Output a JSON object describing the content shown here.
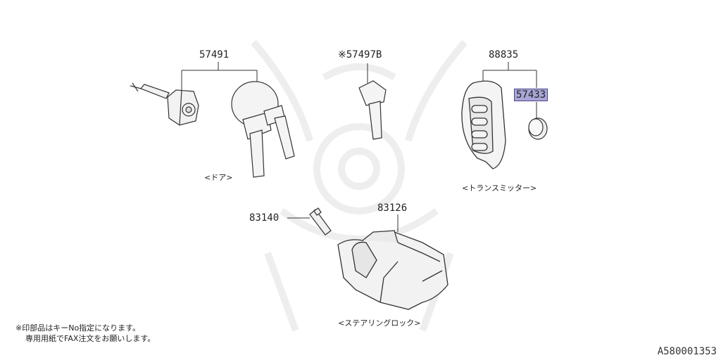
{
  "parts": {
    "p57491": "57491",
    "p57497b": "※57497B",
    "p88835": "88835",
    "p57433": "57433",
    "p83140": "83140",
    "p83126": "83126"
  },
  "captions": {
    "door": "<ドア>",
    "transmitter": "<トランスミッター>",
    "steering_lock": "<ステアリングロック>"
  },
  "notes": {
    "line1": "※印部品はキーNo指定になります。",
    "line2": "専用用紙でFAX注文をお願いします。"
  },
  "diagram_code": "A580001353",
  "colors": {
    "highlight": "#a9a6d6",
    "line": "#333333",
    "watermark": "#f0f0f0"
  }
}
